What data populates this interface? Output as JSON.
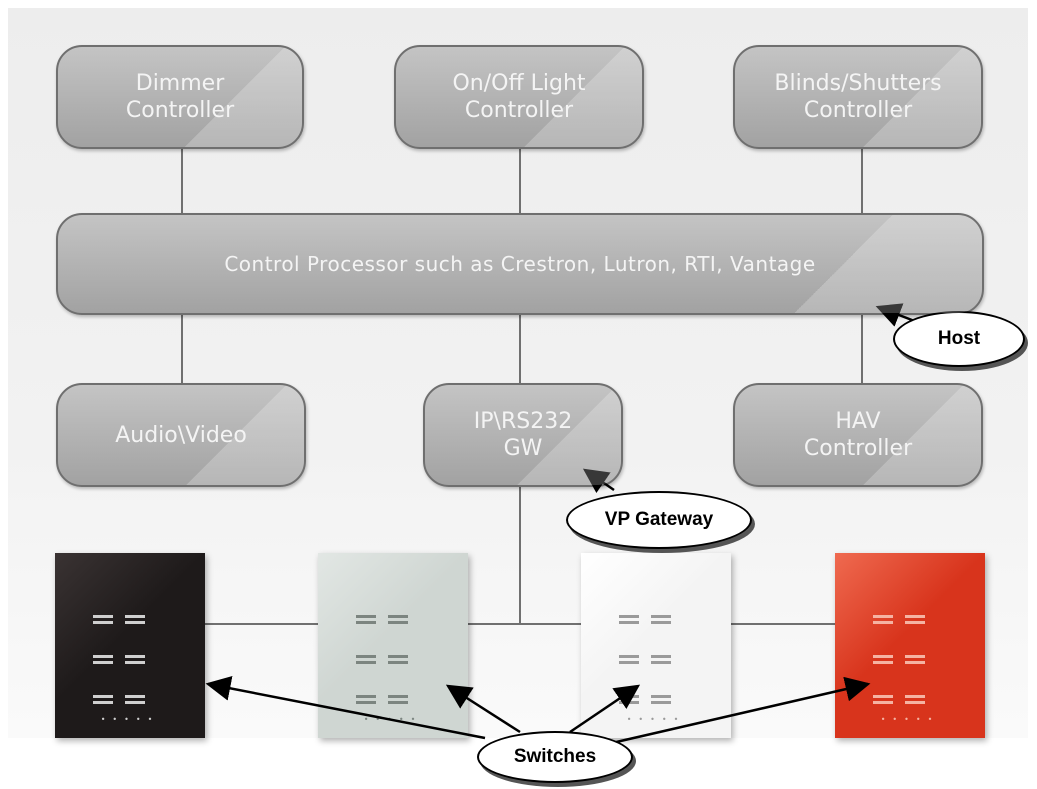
{
  "diagram": {
    "top_controllers": [
      {
        "label": "Dimmer\nController"
      },
      {
        "label": "On/Off Light\nController"
      },
      {
        "label": "Blinds/Shutters\nController"
      }
    ],
    "processor": {
      "label": "Control Processor such as Crestron, Lutron, RTI, Vantage"
    },
    "bottom_devices": [
      {
        "label": "Audio\\Video"
      },
      {
        "label": "IP\\RS232\nGW"
      },
      {
        "label": "HAV\nController"
      }
    ],
    "switch_panels": [
      {
        "color": "#1e1a1a",
        "accent": "#3a3333",
        "key_color": "#cfcfcf",
        "name": "black"
      },
      {
        "color": "#cfd6d2",
        "accent": "#e2e7e4",
        "key_color": "#7c8580",
        "name": "silver"
      },
      {
        "color": "#f4f4f4",
        "accent": "#ffffff",
        "key_color": "#9a9a9a",
        "name": "white"
      },
      {
        "color": "#d8341c",
        "accent": "#ef6a50",
        "key_color": "#f5b3a3",
        "name": "red"
      }
    ]
  },
  "callouts": {
    "host": "Host",
    "vp_gateway": "VP Gateway",
    "switches": "Switches"
  }
}
